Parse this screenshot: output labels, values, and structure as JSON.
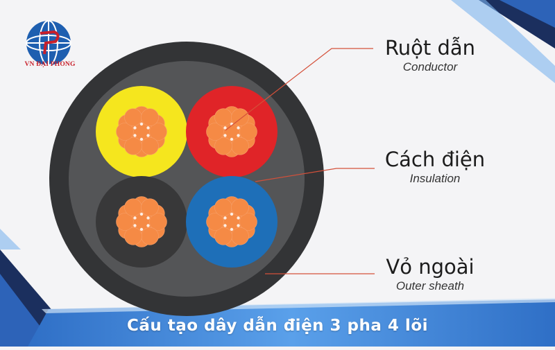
{
  "logo": {
    "text": "VN ĐẠI PHONG"
  },
  "labels": {
    "conductor": {
      "vi": "Ruột dẫn",
      "en": "Conductor"
    },
    "insulation": {
      "vi": "Cách điện",
      "en": "Insulation"
    },
    "sheath": {
      "vi": "Vỏ ngoài",
      "en": "Outer sheath"
    }
  },
  "title": "Cấu tạo dây dẫn điện 3 pha 4 lõi",
  "colors": {
    "background": "#f4f4f6",
    "outer_sheath": "#333436",
    "inner_filler": "#545557",
    "core_yellow": "#f5e61e",
    "core_red": "#e02428",
    "core_blue": "#1e6fb8",
    "core_black": "#383839",
    "copper": "#f58a45",
    "leader_line": "#d4503a",
    "accent_blue": "#1e5fb0",
    "banner_blue": "#4f93df"
  },
  "cores": [
    {
      "color": "yellow"
    },
    {
      "color": "red"
    },
    {
      "color": "black"
    },
    {
      "color": "blue"
    }
  ]
}
